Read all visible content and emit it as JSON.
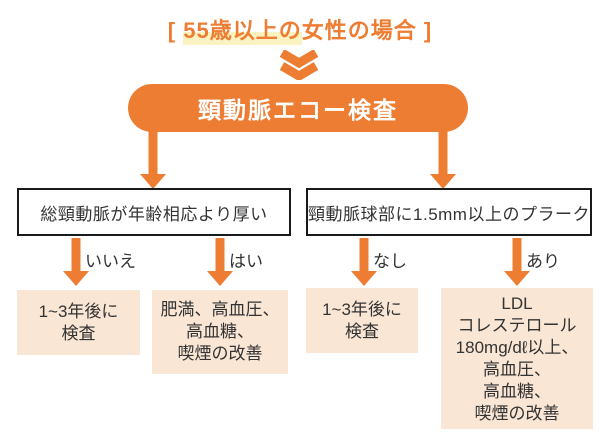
{
  "colors": {
    "accent_orange": "#ED7D33",
    "outcome_peach": "#FAE6D4",
    "title_highlight_yellow": "#FBF2C2",
    "box_border": "#1a1a1a",
    "text_dark": "#333333"
  },
  "icons": {
    "flow": "double-chevron-down-icon"
  },
  "title": {
    "open": "[ ",
    "highlight": "55歳以上の",
    "rest": "女性の場合",
    "close": " ]"
  },
  "root": {
    "label": "頸動脈エコー検査"
  },
  "decisions": [
    {
      "label": "総頸動脈が年齢相応より厚い",
      "branches": [
        {
          "answer": "いいえ",
          "result": "1~3年後に\n検査"
        },
        {
          "answer": "はい",
          "result": "肥満、高血圧、\n高血糖、\n喫煙の改善"
        }
      ]
    },
    {
      "label": "頸動脈球部に1.5mm以上のプラーク",
      "branches": [
        {
          "answer": "なし",
          "result": "1~3年後に\n検査"
        },
        {
          "answer": "あり",
          "result": "LDL\nコレステロール\n180mg/dℓ以上、\n高血圧、\n高血糖、\n喫煙の改善"
        }
      ]
    }
  ]
}
